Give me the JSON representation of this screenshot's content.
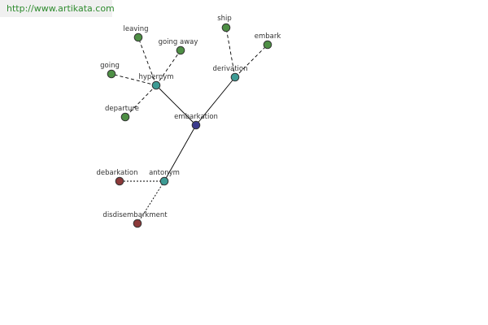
{
  "header": {
    "url": "http://www.artikata.com",
    "banner_color": "#f0f0f0",
    "url_color": "#2e8b2e"
  },
  "colors": {
    "center": "#3a3a8c",
    "relation": "#3d9b94",
    "synonym": "#4e8f45",
    "opposite": "#8c3a3a",
    "edge": "#000000"
  },
  "nodes": [
    {
      "id": "embarkation",
      "label": "embarkation",
      "kind": "center"
    },
    {
      "id": "hypernym",
      "label": "hypernym",
      "kind": "relation"
    },
    {
      "id": "derivation",
      "label": "derivation",
      "kind": "relation"
    },
    {
      "id": "antonym",
      "label": "antonym",
      "kind": "relation"
    },
    {
      "id": "leaving",
      "label": "leaving",
      "kind": "synonym"
    },
    {
      "id": "going-away",
      "label": "going away",
      "kind": "synonym"
    },
    {
      "id": "going",
      "label": "going",
      "kind": "synonym"
    },
    {
      "id": "departure",
      "label": "departure",
      "kind": "synonym"
    },
    {
      "id": "ship",
      "label": "ship",
      "kind": "synonym"
    },
    {
      "id": "embark",
      "label": "embark",
      "kind": "synonym"
    },
    {
      "id": "debarkation",
      "label": "debarkation",
      "kind": "opposite"
    },
    {
      "id": "disembarkment",
      "label": "disdisembarkment",
      "kind": "opposite"
    }
  ],
  "edges": [
    {
      "from": "embarkation",
      "to": "hypernym",
      "style": "solid"
    },
    {
      "from": "embarkation",
      "to": "derivation",
      "style": "solid"
    },
    {
      "from": "embarkation",
      "to": "antonym",
      "style": "solid"
    },
    {
      "from": "hypernym",
      "to": "leaving",
      "style": "dashed"
    },
    {
      "from": "hypernym",
      "to": "going-away",
      "style": "dashed"
    },
    {
      "from": "hypernym",
      "to": "going",
      "style": "dashed"
    },
    {
      "from": "hypernym",
      "to": "departure",
      "style": "dashed"
    },
    {
      "from": "derivation",
      "to": "ship",
      "style": "dashed"
    },
    {
      "from": "derivation",
      "to": "embark",
      "style": "dashed"
    },
    {
      "from": "antonym",
      "to": "debarkation",
      "style": "dotted"
    },
    {
      "from": "antonym",
      "to": "disembarkment",
      "style": "dotted"
    }
  ]
}
